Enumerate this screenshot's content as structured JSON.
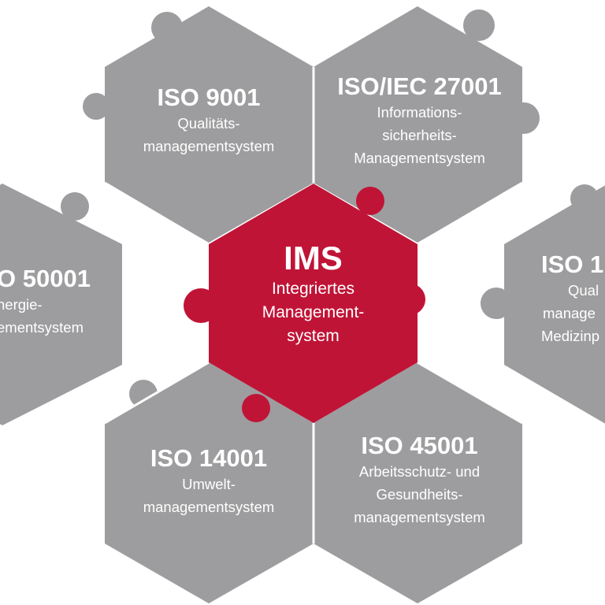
{
  "colors": {
    "piece_gray": "#9d9d9f",
    "piece_red": "#c01437",
    "text": "#ffffff",
    "background": "#ffffff"
  },
  "pieces": {
    "iso9001": {
      "title": "ISO 9001",
      "sub": [
        "Qualitäts-",
        "managementsystem"
      ]
    },
    "iso27001": {
      "title": "ISO/IEC 27001",
      "sub": [
        "Informations-",
        "sicherheits-",
        "Managementsystem"
      ]
    },
    "iso50001": {
      "title": "O 50001",
      "sub": [
        "nergie-",
        "ementsystem"
      ]
    },
    "ims": {
      "title": "IMS",
      "sub": [
        "Integriertes",
        "Management-",
        "system"
      ]
    },
    "iso13485": {
      "title": "ISO 1",
      "sub": [
        "Qual",
        "manage",
        "Medizinp"
      ]
    },
    "iso14001": {
      "title": "ISO 14001",
      "sub": [
        "Umwelt-",
        "managementsystem"
      ]
    },
    "iso45001": {
      "title": "ISO 45001",
      "sub": [
        "Arbeitsschutz- und",
        "Gesundheits-",
        "managementsystem"
      ]
    }
  }
}
